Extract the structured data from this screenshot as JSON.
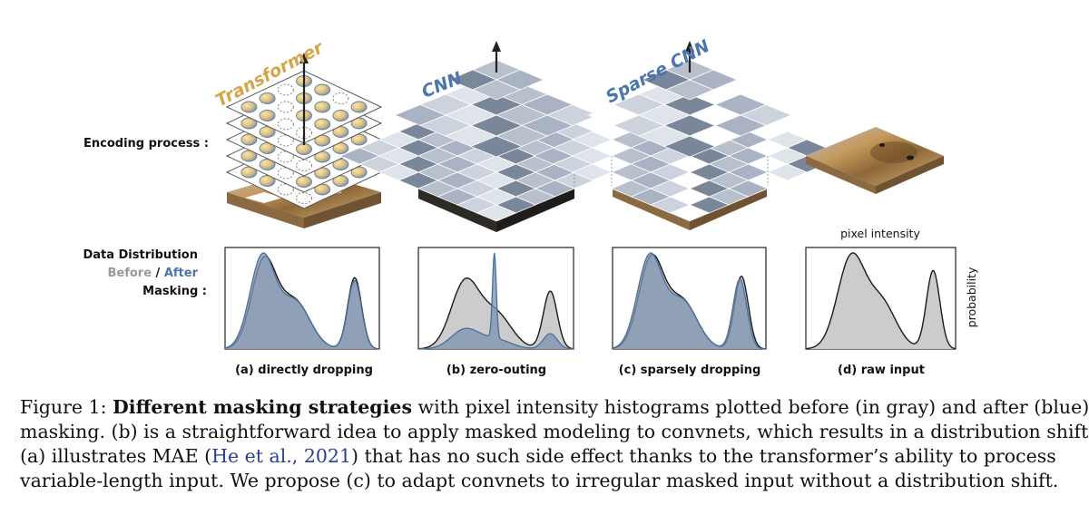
{
  "figure": {
    "left_labels": {
      "encoding": "Encoding process :",
      "distribution": "Data Distribution",
      "before": "Before",
      "slash": " / ",
      "after": "After",
      "masking": "Masking :"
    },
    "model_titles": {
      "transformer": "Transformer",
      "cnn": "CNN",
      "sparse_cnn": "Sparse CNN"
    },
    "panel_captions": {
      "a": "(a) directly dropping",
      "b": "(b) zero-outing",
      "c": "(c) sparsely dropping",
      "d": "(d) raw input"
    },
    "axis_labels": {
      "x": "pixel intensity",
      "y": "probability"
    },
    "colors": {
      "before": "#c9c9c9",
      "after": "#7d93b1",
      "transformer": "#d6a54a",
      "cnn": "#4a76ad"
    }
  },
  "chart_data": [
    {
      "type": "area",
      "panel": "a",
      "series": [
        {
          "name": "Before",
          "color": "#c9c9c9",
          "peaks": [
            [
              0.25,
              0.08,
              0.9
            ],
            [
              0.45,
              0.1,
              0.5
            ],
            [
              0.84,
              0.045,
              0.75
            ]
          ]
        },
        {
          "name": "After",
          "color": "#7d93b1",
          "peaks": [
            [
              0.24,
              0.08,
              0.95
            ],
            [
              0.45,
              0.1,
              0.5
            ],
            [
              0.84,
              0.045,
              0.72
            ]
          ]
        }
      ]
    },
    {
      "type": "area",
      "panel": "b",
      "series": [
        {
          "name": "Before",
          "color": "#c9c9c9",
          "peaks": [
            [
              0.3,
              0.09,
              0.85
            ],
            [
              0.5,
              0.1,
              0.45
            ],
            [
              0.85,
              0.045,
              0.75
            ]
          ]
        },
        {
          "name": "After",
          "color": "#7d93b1",
          "peaks": [
            [
              0.3,
              0.09,
              0.25
            ],
            [
              0.5,
              0.1,
              0.12
            ],
            [
              0.85,
              0.045,
              0.2
            ],
            [
              0.49,
              0.012,
              1.1
            ]
          ]
        }
      ]
    },
    {
      "type": "area",
      "panel": "c",
      "series": [
        {
          "name": "Before",
          "color": "#c9c9c9",
          "peaks": [
            [
              0.25,
              0.08,
              0.9
            ],
            [
              0.45,
              0.1,
              0.5
            ],
            [
              0.84,
              0.045,
              0.75
            ]
          ]
        },
        {
          "name": "After",
          "color": "#7d93b1",
          "peaks": [
            [
              0.24,
              0.08,
              0.93
            ],
            [
              0.45,
              0.1,
              0.5
            ],
            [
              0.83,
              0.045,
              0.72
            ]
          ]
        }
      ]
    },
    {
      "type": "area",
      "panel": "d",
      "series": [
        {
          "name": "Before",
          "color": "#c9c9c9",
          "peaks": [
            [
              0.3,
              0.09,
              0.85
            ],
            [
              0.5,
              0.1,
              0.45
            ],
            [
              0.85,
              0.045,
              0.75
            ]
          ]
        }
      ]
    }
  ],
  "caption": {
    "prefix": "Figure 1: ",
    "bold": "Different masking strategies",
    "line1_rest": " with pixel intensity histograms plotted before (in gray) and after (blue)",
    "line2": "masking. (b) is a straightforward idea to apply masked modeling to convnets, which results in a distribution shift.",
    "line3_start": "(a) illustrates MAE (",
    "cite": "He et al., 2021",
    "line3_end": ") that has no such side effect thanks to the transformer’s ability to process",
    "line4": "variable-length input. We propose (c) to adapt convnets to irregular masked input without a distribution shift."
  }
}
